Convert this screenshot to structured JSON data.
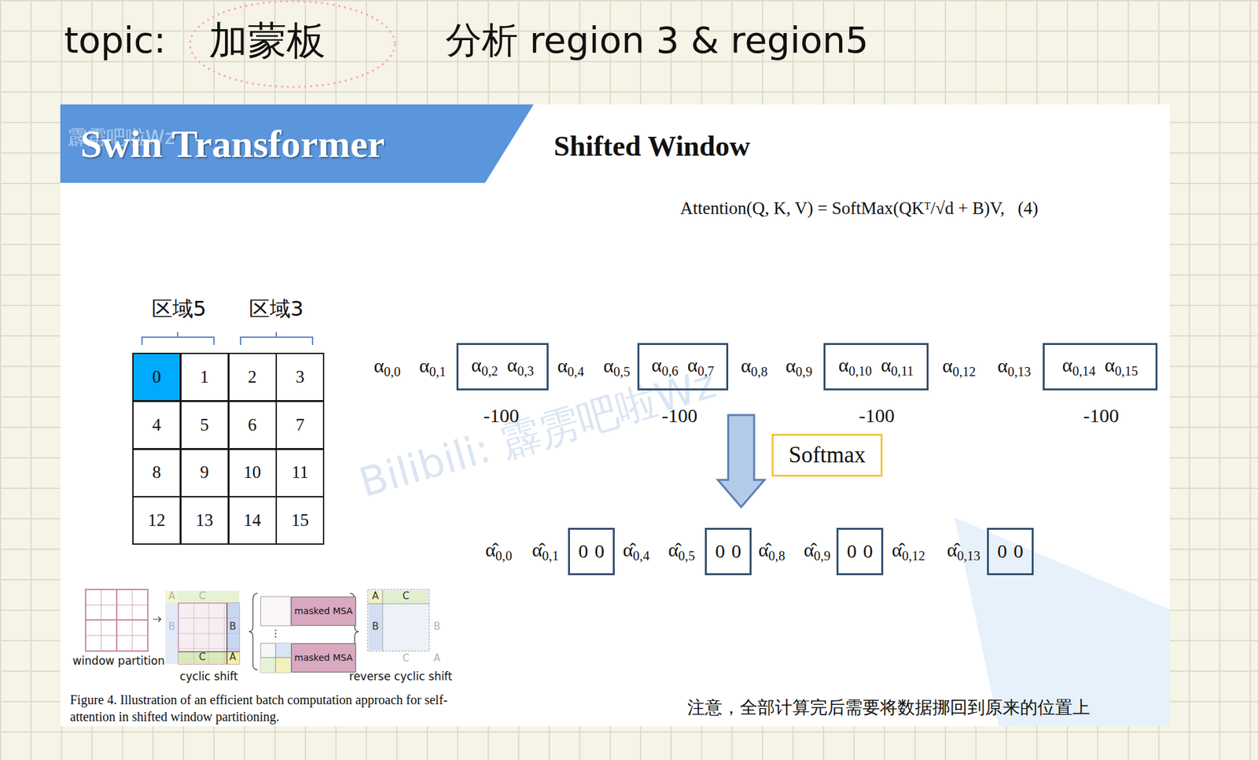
{
  "diagram": {
    "title": "Swin Transformer",
    "caption": "Figure 4. Illustration of an efficient batch computation approach for self-attention in shifted window partitioning.",
    "nodes": [
      {
        "text": [
          "0"
        ]
      },
      {
        "text": [
          "1"
        ]
      },
      {
        "text": [
          "2"
        ]
      },
      {
        "text": [
          "3"
        ]
      },
      {
        "text": [
          "4"
        ]
      },
      {
        "text": [
          "5"
        ]
      },
      {
        "text": [
          "6"
        ]
      },
      {
        "text": [
          "7"
        ]
      },
      {
        "text": [
          "8"
        ]
      },
      {
        "text": [
          "9"
        ]
      },
      {
        "text": [
          "10"
        ]
      },
      {
        "text": [
          "11"
        ]
      },
      {
        "text": [
          "12"
        ]
      },
      {
        "text": [
          "13"
        ]
      },
      {
        "text": [
          "14"
        ]
      },
      {
        "text": [
          "15"
        ]
      },
      {
        "text": [
          "α0,2",
          "α0,3"
        ]
      },
      {
        "text": [
          "α0,6",
          "α0,7"
        ]
      },
      {
        "text": [
          "α0,10",
          "α0,11"
        ]
      },
      {
        "text": [
          "α0,14",
          "α0,15"
        ]
      },
      {
        "text": [
          "Softmax"
        ]
      },
      {
        "text": [
          "0",
          "0"
        ]
      },
      {
        "text": [
          "0",
          "0"
        ]
      },
      {
        "text": [
          "0",
          "0"
        ]
      },
      {
        "text": [
          "0",
          "0"
        ]
      },
      {
        "text": [
          "masked MSA"
        ]
      },
      {
        "text": [
          "masked MSA"
        ]
      }
    ],
    "labels": [
      "topic:",
      "加蒙板",
      "分析 region 3 & region5",
      "霹雳吧啦Wz",
      "Shifted Window",
      "Attention(Q, K, V) = SoftMax(QKᵀ/√d + B)V,   (4)",
      "区域5",
      "区域3",
      "α0,0",
      "α0,1",
      "α0,4",
      "α0,5",
      "α0,8",
      "α0,9",
      "α0,12",
      "α0,13",
      "-100",
      "-100",
      "-100",
      "-100",
      "α̂0,0",
      "α̂0,1",
      "α̂0,4",
      "α̂0,5",
      "α̂0,8",
      "α̂0,9",
      "α̂0,12",
      "α̂0,13",
      "window partition",
      "cyclic shift",
      "reverse cyclic shift",
      "A",
      "C",
      "B",
      "B",
      "C",
      "A",
      "A",
      "C",
      "B",
      "B",
      "C",
      "A",
      "注意，全部计算完后需要将数据挪回到原来的位置上",
      "Bilibili: 霹雳吧啦Wz"
    ]
  }
}
